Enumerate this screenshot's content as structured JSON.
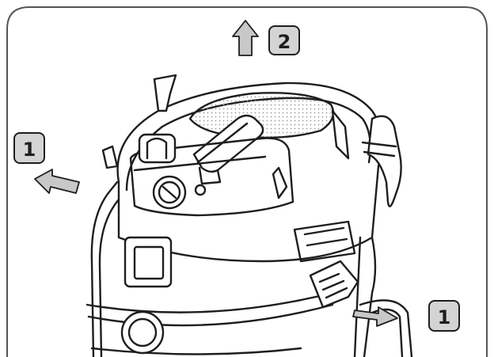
{
  "frame": {
    "stroke": "#555555",
    "background": "#ffffff"
  },
  "steps": [
    {
      "label": "2",
      "direction": "up",
      "icon": "arrow-up-icon"
    },
    {
      "label": "1",
      "direction": "left",
      "icon": "arrow-left-down-icon"
    },
    {
      "label": "1",
      "direction": "right",
      "icon": "arrow-right-down-icon"
    }
  ],
  "colors": {
    "badge_fill": "#d4d4d4",
    "arrow_fill": "#c8c8c8",
    "ink": "#1e1e1e",
    "mesh": "#bdbdbd"
  }
}
